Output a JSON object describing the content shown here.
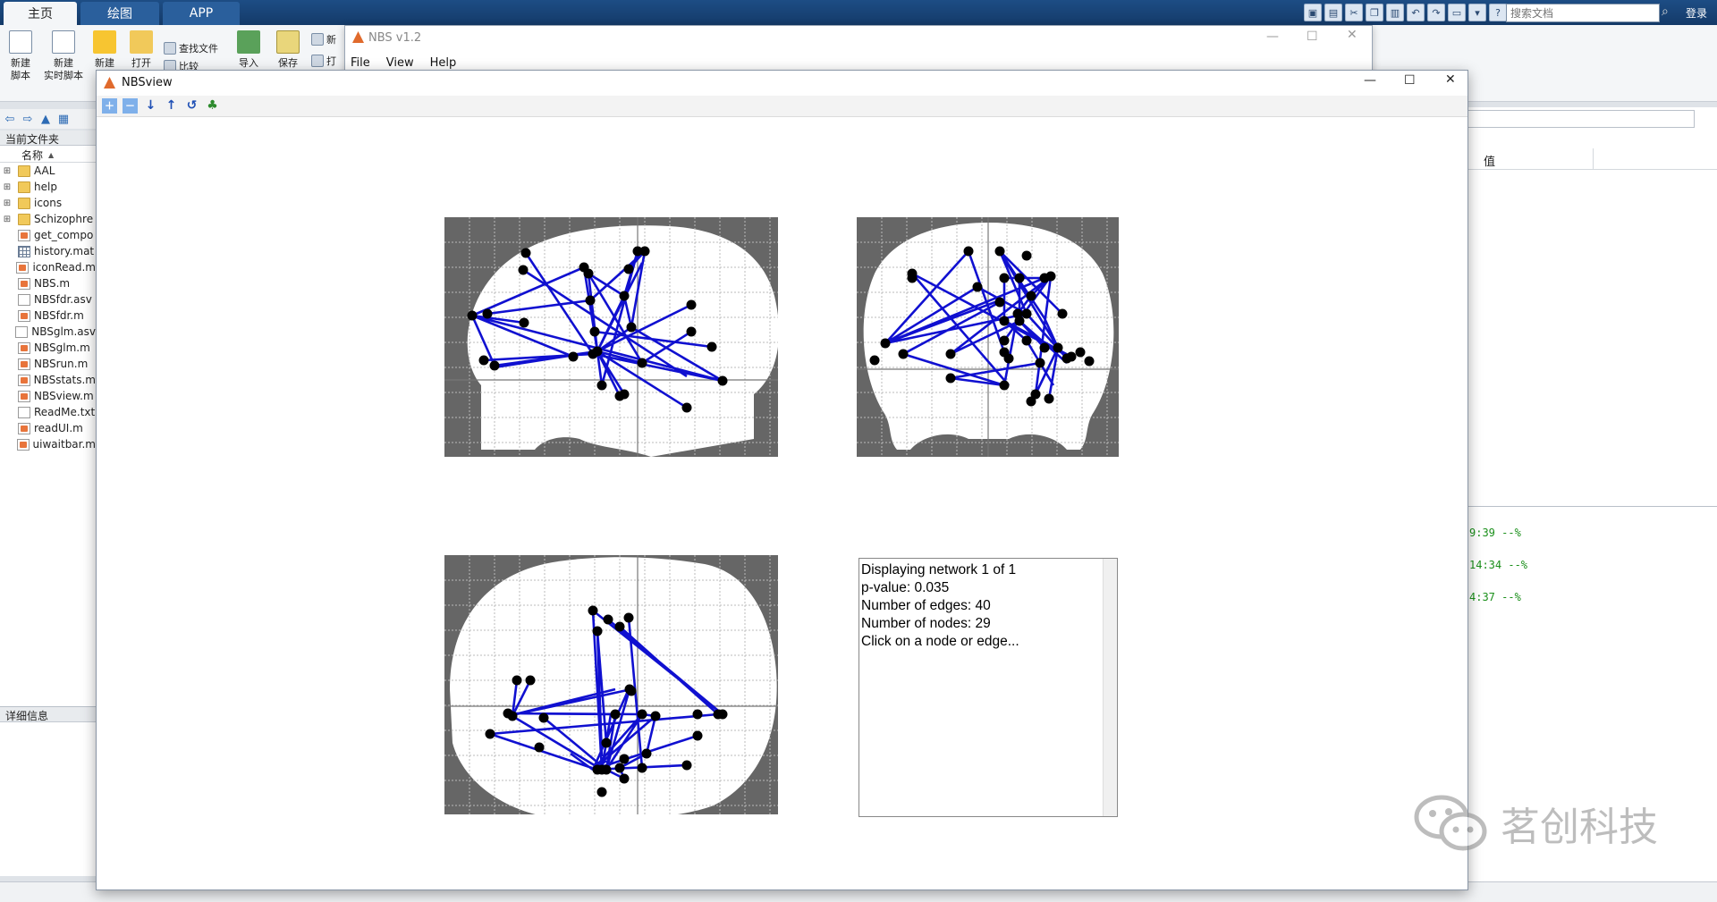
{
  "app": {
    "tabs": [
      {
        "label": "主页",
        "active": true
      },
      {
        "label": "绘图",
        "active": false
      },
      {
        "label": "APP",
        "active": false
      }
    ],
    "search_placeholder": "搜索文档",
    "login_label": "登录"
  },
  "ribbon": {
    "new_script": "新建\n脚本",
    "new_live_script": "新建\n实时脚本",
    "new": "新建",
    "open": "打开",
    "find_files": "查找文件",
    "compare": "比较",
    "import": "导入",
    "save": "保存",
    "new_var": "新",
    "open_var": "打"
  },
  "left_panel": {
    "title": "当前文件夹",
    "column_name": "名称",
    "sort_indicator": "▲",
    "items": [
      {
        "name": "AAL",
        "type": "folder",
        "expandable": true
      },
      {
        "name": "help",
        "type": "folder",
        "expandable": true
      },
      {
        "name": "icons",
        "type": "folder",
        "expandable": true
      },
      {
        "name": "Schizophre",
        "type": "folder",
        "expandable": true
      },
      {
        "name": "get_compo",
        "type": "mfile"
      },
      {
        "name": "history.mat",
        "type": "matf"
      },
      {
        "name": "iconRead.m",
        "type": "mfile"
      },
      {
        "name": "NBS.m",
        "type": "mfile"
      },
      {
        "name": "NBSfdr.asv",
        "type": "textf"
      },
      {
        "name": "NBSfdr.m",
        "type": "mfile"
      },
      {
        "name": "NBSglm.asv",
        "type": "textf"
      },
      {
        "name": "NBSglm.m",
        "type": "mfile"
      },
      {
        "name": "NBSrun.m",
        "type": "mfile"
      },
      {
        "name": "NBSstats.m",
        "type": "mfile"
      },
      {
        "name": "NBSview.m",
        "type": "mfile"
      },
      {
        "name": "ReadMe.txt",
        "type": "textf"
      },
      {
        "name": "readUI.m",
        "type": "mfile"
      },
      {
        "name": "uiwaitbar.m",
        "type": "mfile"
      }
    ],
    "detail_title": "详细信息"
  },
  "workspace": {
    "value_header": "值"
  },
  "command_window": {
    "lines": [
      "9:39 --%",
      "14:34 --%",
      "4:37 --%"
    ]
  },
  "nbs_main": {
    "title": "NBS v1.2",
    "menu": [
      "File",
      "View",
      "Help"
    ]
  },
  "nbsview": {
    "title": "NBSview",
    "info_lines": [
      "Displaying network 1 of 1",
      "p-value: 0.035",
      "Number of edges: 40",
      "Number of nodes: 29",
      "Click on a node or edge..."
    ]
  },
  "watermark": "茗创科技",
  "colors": {
    "edge": "#1010d0",
    "node": "#000000",
    "brain_bg": "#666666",
    "brain_fill": "#ffffff",
    "grid": "#bbbbbb"
  }
}
